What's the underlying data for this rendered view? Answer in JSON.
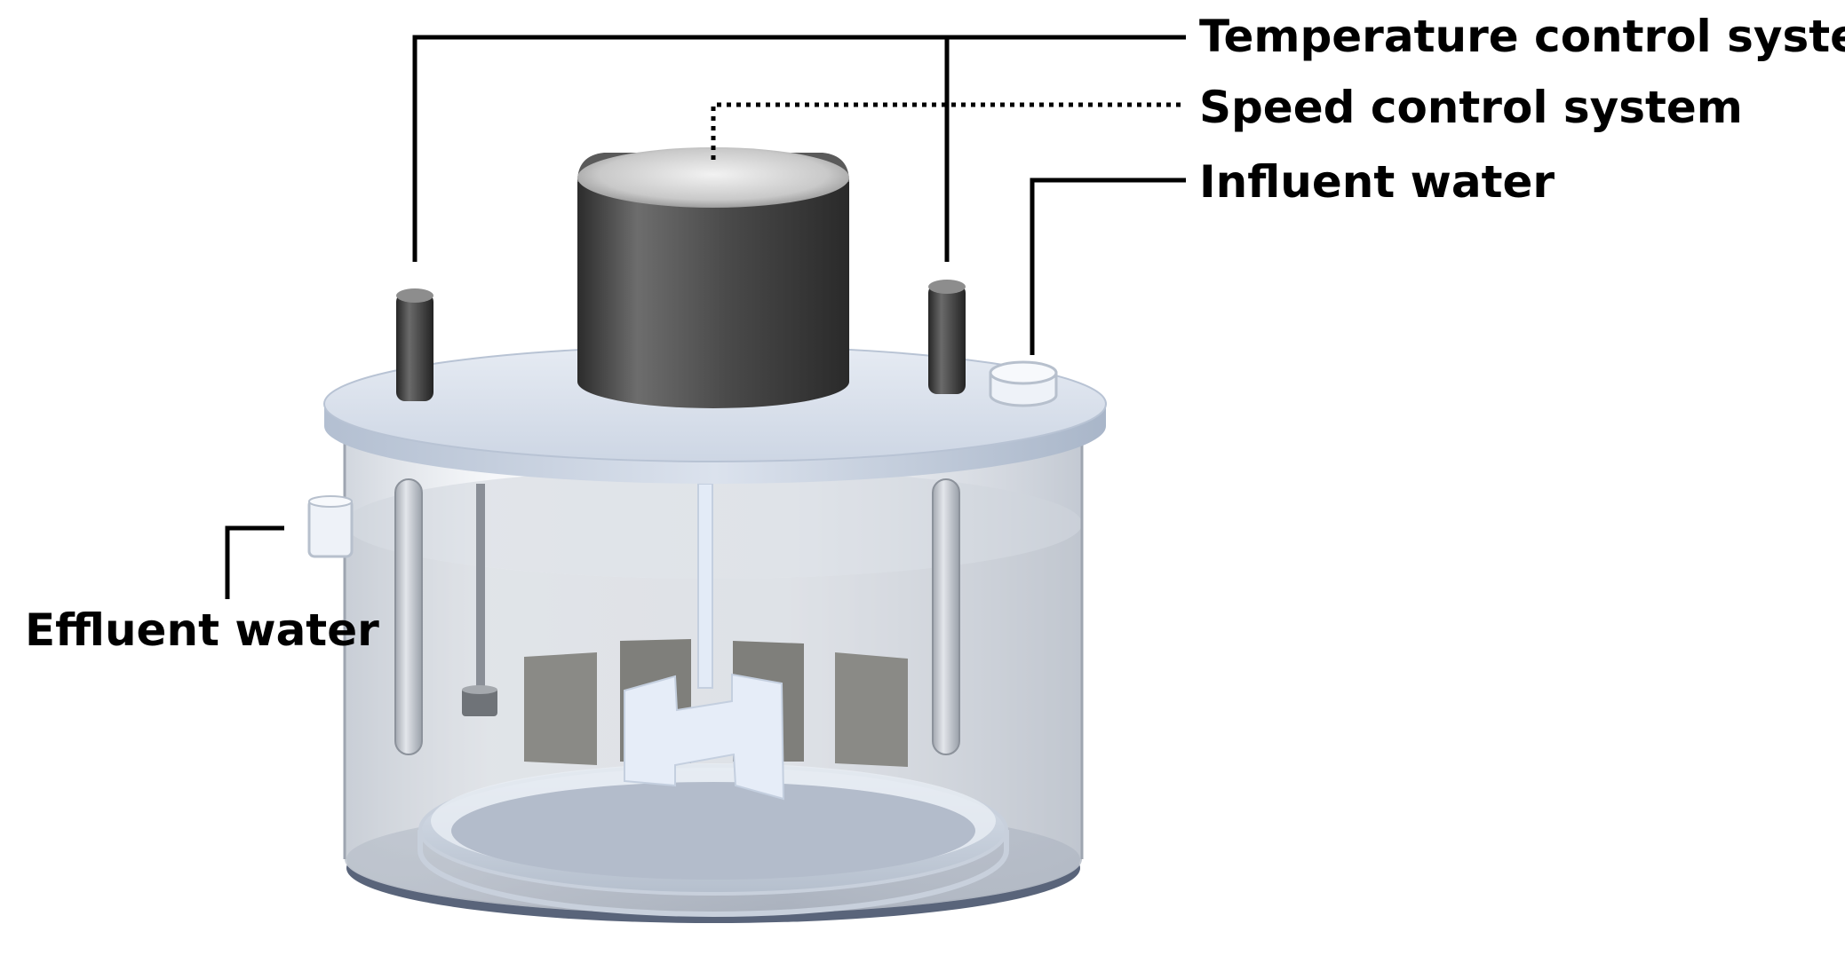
{
  "labels": {
    "temperature_control": "Temperature control system",
    "speed_control": "Speed control system",
    "influent": "Influent water",
    "effluent": "Effluent water"
  },
  "colors": {
    "label_text": "#000000",
    "leader_line": "#000000",
    "lid": "#cfd8e6",
    "motor_housing": "#4a4a4a",
    "vessel_glass": "#dde2ea",
    "base_plate": "#8c98ad",
    "paddle": "#e3ebf7",
    "baffle": "#8a8a86",
    "fitting": "#eef2f8"
  },
  "icons": {
    "motor": "motor-housing-icon",
    "temperature_probe": "temperature-probe-icon",
    "stirrer": "stirring-paddle-icon",
    "inlet": "inlet-fitting-icon",
    "outlet": "outlet-fitting-icon"
  }
}
